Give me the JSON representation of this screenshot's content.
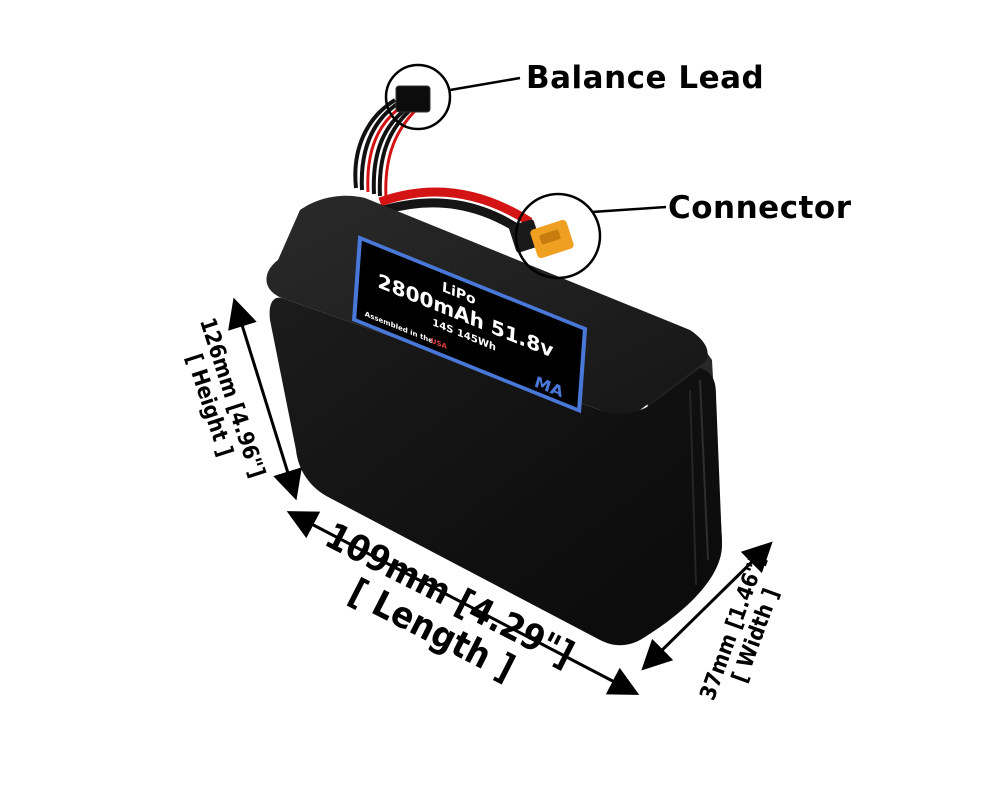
{
  "callouts": {
    "balance_lead": "Balance Lead",
    "connector": "Connector"
  },
  "battery_label": {
    "chemistry": "LiPo",
    "capacity_voltage": "2800mAh 51.8v",
    "cells_energy": "14S 145Wh",
    "assembled_prefix": "Assembled in the",
    "assembled_country": "USA",
    "logo_text": "MA"
  },
  "dimensions": {
    "height_value": "126mm [4.96\"]",
    "height_name": "[ Height ]",
    "length_value": "109mm [4.29\"]",
    "length_name": "[ Length ]",
    "width_value": "37mm [1.46\"]",
    "width_name": "[ Width ]"
  },
  "colors": {
    "battery_body": "#141414",
    "label_background": "#000000",
    "label_border": "#4a78d8",
    "connector": "#f0a020",
    "wire_red": "#d41414",
    "wire_black": "#111111"
  }
}
